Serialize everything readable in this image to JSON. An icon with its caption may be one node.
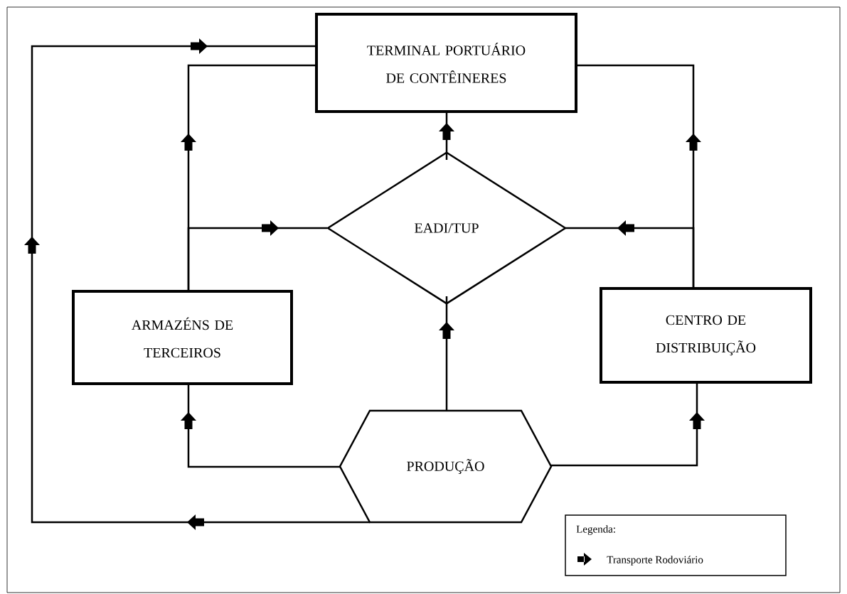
{
  "diagram": {
    "nodes": [
      {
        "text": [
          "TERMINAL PORTUÁRIO DE CONTÊINERES"
        ]
      },
      {
        "text": [
          "EADI/TUP"
        ]
      },
      {
        "text": [
          "ARMAZÉNS DE TERCEIROS"
        ]
      },
      {
        "text": [
          "CENTRO DE DISTRIBUIÇÃO"
        ]
      },
      {
        "text": [
          "PRODUÇÃO"
        ]
      }
    ],
    "edges": [
      {
        "from": 4,
        "to": 0,
        "arrow": "to"
      },
      {
        "from": 2,
        "to": 0,
        "arrow": "to"
      },
      {
        "from": 2,
        "to": 1,
        "arrow": "to"
      },
      {
        "from": 4,
        "to": 1,
        "arrow": "to"
      },
      {
        "from": 1,
        "to": 0,
        "arrow": "to"
      },
      {
        "from": 3,
        "to": 1,
        "arrow": "to"
      },
      {
        "from": 3,
        "to": 0,
        "arrow": "to"
      },
      {
        "from": 4,
        "to": 2,
        "arrow": "to"
      },
      {
        "from": 4,
        "to": 3,
        "arrow": "to"
      }
    ],
    "labels": [
      "Legenda:"
    ],
    "legend": [
      {
        "text": "Transporte Rodoviário"
      }
    ]
  }
}
